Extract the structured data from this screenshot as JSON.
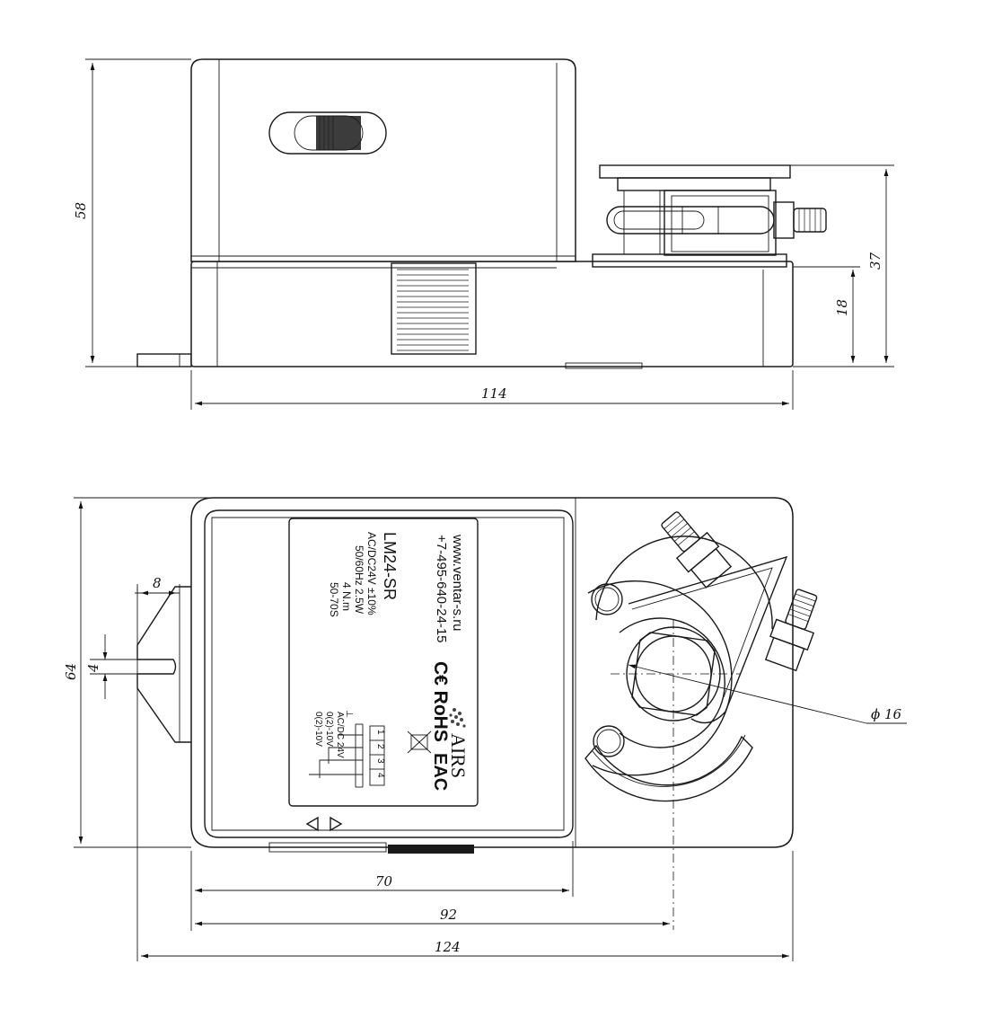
{
  "dimensions": {
    "side_height": "58",
    "side_length": "114",
    "side_shaft_height": "37",
    "side_base_height": "18",
    "top_width": "64",
    "top_clamp_len": "8",
    "top_slot": "4",
    "top_len_70": "70",
    "top_len_92": "92",
    "top_len_124": "124",
    "shaft_diameter": "ϕ 16"
  },
  "label": {
    "website": "www.ventar-s.ru",
    "phone": "+7-495-640-24-15",
    "model": "LM24-SR",
    "spec_1": "AC/DC24V ±10%",
    "spec_2": "50/60Hz 2.5W",
    "spec_3": "4 N.m",
    "spec_4": "50-70S",
    "terminals": [
      "1",
      "2",
      "3",
      "4"
    ],
    "wiring_1": "⊥",
    "wiring_2": "AC/DC 24V",
    "wiring_3": "0(2)-10V",
    "wiring_4": "0(2)-10V",
    "cert": "C€ RoHS",
    "eac": "EAC",
    "brand": "AIRS"
  }
}
